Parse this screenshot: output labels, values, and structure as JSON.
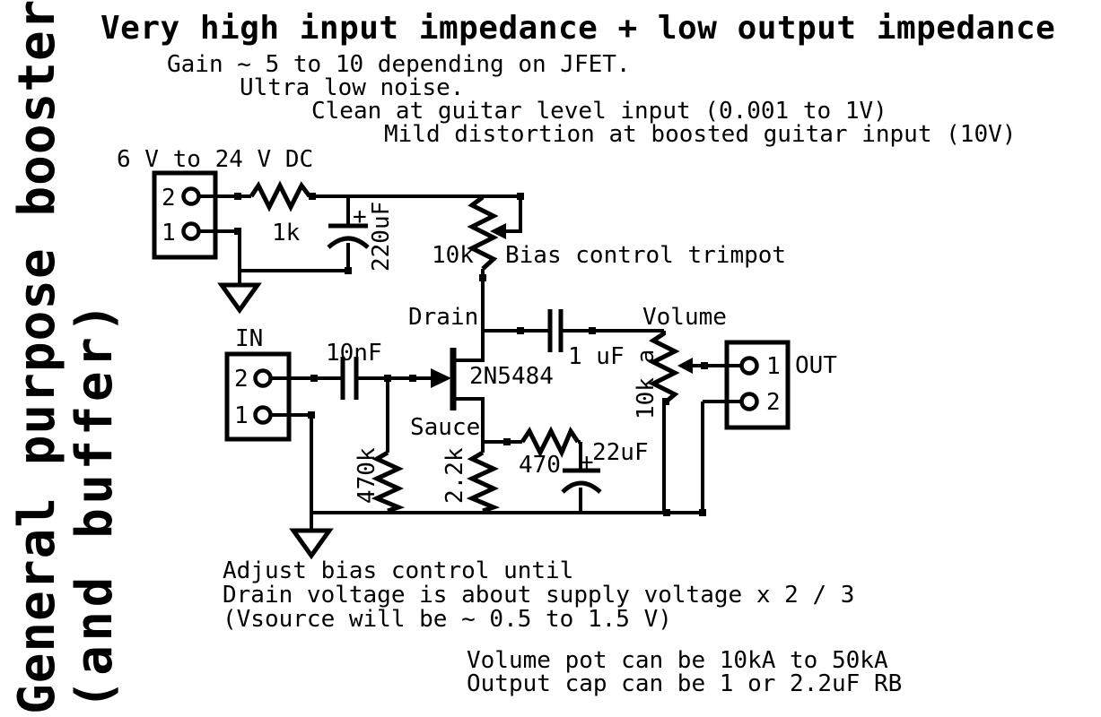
{
  "side_title": {
    "line1": "General purpose booster",
    "line2": "(and buffer)"
  },
  "header": {
    "title": "Very high input impedance + low output impedance",
    "notes": [
      "Gain ~ 5 to 10 depending on JFET.",
      "Ultra low noise.",
      "Clean at guitar level input (0.001 to 1V)",
      "Mild distortion at boosted guitar input (10V)"
    ]
  },
  "power": {
    "label": "6 V to 24 V DC",
    "pin_top": "2",
    "pin_bottom": "1",
    "resistor": "1k",
    "cap": "220uF",
    "cap_polarity": "+"
  },
  "bias": {
    "trimpot_value": "10k",
    "note": "Bias control trimpot"
  },
  "jfet": {
    "part": "2N5484",
    "drain_label": "Drain",
    "source_label": "Sauce"
  },
  "input": {
    "label": "IN",
    "pin_top": "2",
    "pin_bottom": "1",
    "cap": "10nF",
    "resistor": "470k"
  },
  "source_network": {
    "resistor_source": "2.2k",
    "resistor_bypass": "470",
    "cap": "22uF",
    "cap_polarity": "+"
  },
  "output": {
    "coupling_cap": "1 uF",
    "volume_label": "Volume",
    "pot_value": "10k a",
    "label": "OUT",
    "pin_top": "1",
    "pin_bottom": "2"
  },
  "footer": {
    "bias_notes": [
      "Adjust bias control until",
      "Drain voltage is about supply voltage x 2 / 3",
      "(Vsource will be ~ 0.5 to 1.5 V)"
    ],
    "extra_notes": [
      "Volume pot can be 10kA to 50kA",
      "Output cap can be 1 or 2.2uF RB"
    ]
  },
  "colors": {
    "ink": "#000000",
    "paper": "#ffffff"
  }
}
